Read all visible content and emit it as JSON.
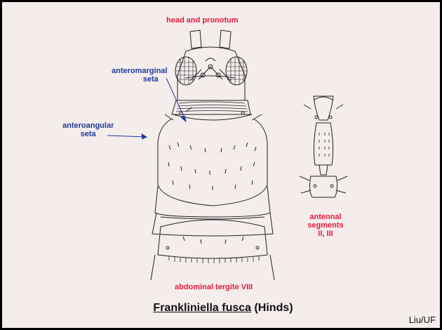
{
  "labels": {
    "head_pronotum": "head and pronotum",
    "anteromarginal_line1": "anteromarginal",
    "anteromarginal_line2": "seta",
    "anteroangular_line1": "anteroangular",
    "anteroangular_line2": "seta",
    "antennal_line1": "antennal",
    "antennal_line2": "segments",
    "antennal_line3": "II, III",
    "tergite": "abdominal tergite VIII"
  },
  "title": {
    "genus_species": "Frankliniella fusca",
    "author": " (Hinds)"
  },
  "credit": "Liu/UF",
  "colors": {
    "background": "#f5ecec",
    "label_red": "#e01b3c",
    "label_blue": "#1e3a9b",
    "ink": "#222222"
  }
}
